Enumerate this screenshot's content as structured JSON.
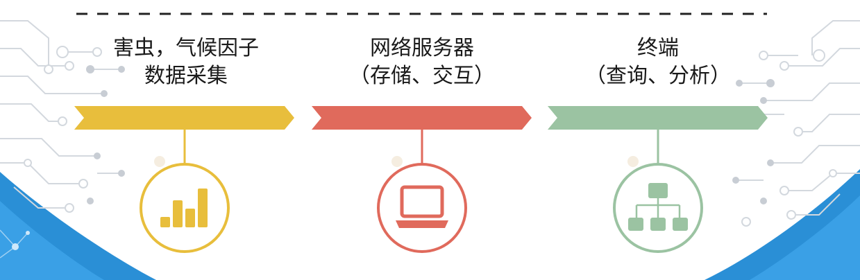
{
  "colors": {
    "stage_1": "#E8BE3C",
    "stage_2": "#E06A5C",
    "stage_3": "#9BC3A2",
    "circuit": "#D3D8DE",
    "blue_band": "#2A8FD6"
  },
  "stages": [
    {
      "line1": "害虫，气候因子",
      "line2": "数据采集",
      "icon": "bar-chart-icon"
    },
    {
      "line1": "网络服务器",
      "line2": "（存储、交互）",
      "icon": "laptop-icon"
    },
    {
      "line1": "终端",
      "line2": "（查询、分析）",
      "icon": "hierarchy-icon"
    }
  ]
}
